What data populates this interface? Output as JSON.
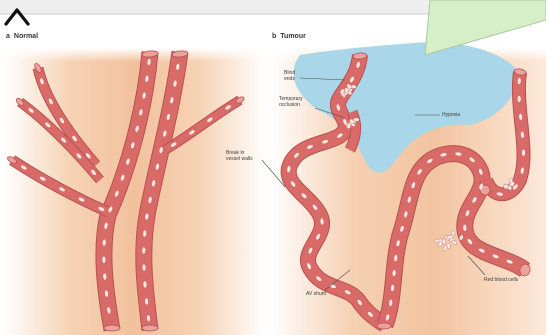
{
  "panels": {
    "a": {
      "letter": "a",
      "title": "Normal"
    },
    "b": {
      "letter": "b",
      "title": "Tumour"
    }
  },
  "labels": {
    "blind_ends": "Blind\nends",
    "temporary_occlusion": "Temporary\nocclusion",
    "break_in_vessel_walls": "Break in\nvessel walls",
    "hypoxia": "Hypoxia",
    "red_blood_cells": "Red blood cells",
    "av_shunt": "AV shunt"
  },
  "icons": {
    "top_left": "chevron-up-icon"
  },
  "colors": {
    "vessel": "#d86a68",
    "vessel_dark": "#b9504f",
    "vessel_light": "#e8a39f",
    "rbc": "#fbe8e2",
    "tissue": "#f4c8a4",
    "hypoxia": "#a9d6e8",
    "callout": "#d6efc8"
  }
}
